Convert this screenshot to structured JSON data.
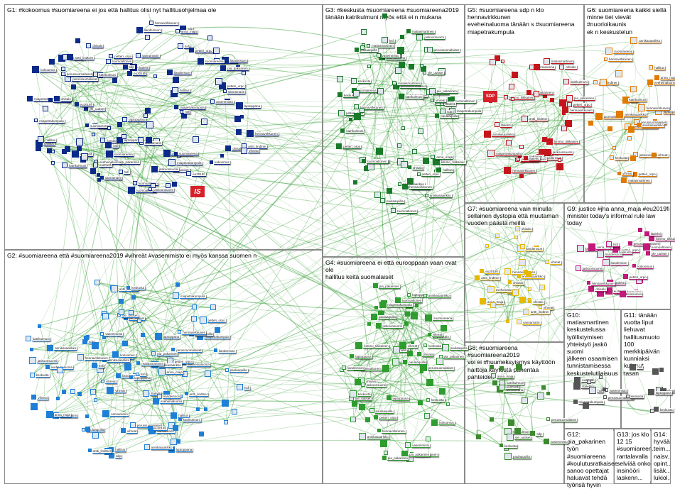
{
  "groups": [
    {
      "id": "G1",
      "label": "G1: #kokoomus #suomiareena ei jos että hallitus olisi nyt hallitusohjelmaa ole",
      "color": "#0b2a8a"
    },
    {
      "id": "G2",
      "label": "G2: #suomiareena että #suomiareena2019 #vihreät #vasemmisto ei myös kanssa suomen n",
      "color": "#1f7fd6"
    },
    {
      "id": "G3",
      "label": "G3: #keskusta #suomiareena #suomiareena2019\ntänään katrikulmuni myös että ei n mukana",
      "color": "#1a7a2a"
    },
    {
      "id": "G4",
      "label": "G4: #suomiareena ei että eurooppaan vaan ovat ole\nhallitus keitä suomalaiset",
      "color": "#2e9c2e"
    },
    {
      "id": "G5",
      "label": "G5: #suomiareena sdp n klo hennavirkkunen\neveheinaluoma tänään s #suomiareena\nmiapetrakumpula",
      "color": "#c4151c"
    },
    {
      "id": "G6",
      "label": "G6: suomiareena kaikki siellä\nminne tiet vievät #nuorioikaunis\nek n keskustelun",
      "color": "#e07b00"
    },
    {
      "id": "G7",
      "label": "G7: #suomiareena vain minulla\nsellainen dystopia että muutaman\nvuoden päästä meillä",
      "color": "#e7b800"
    },
    {
      "id": "G8",
      "label": "G8: #suomiareena #suomiareena2019\nvoi ei #huumeksyismys käyttöön\nhaittoja käytöstä pahentaa pahteiden",
      "color": "#3d8a2f"
    },
    {
      "id": "G9",
      "label": "G9: justice #jha anna_maja #eu2019fi\nminister today's informal rule law today",
      "color": "#c2187a"
    },
    {
      "id": "G10",
      "label": "G10: matiasmartinen\nkeskustelussa\ntyöllistymisen\nyhteistyö jaskö suomi\njälkeen osaamisen\ntunnistamisessa\nkeskustelutilaisuus",
      "color": "#555555"
    },
    {
      "id": "G11",
      "label": "G11: tänään\nvuotta liput\nliehuvat\nhallitusmuoto 100\nmerkkipäivän\nkunniaksi kulonut\ntasan",
      "color": "#555555"
    },
    {
      "id": "G12",
      "label": "G12:\npia_pakarinen työn\n#suomiareena\n#koulutusratkaisee\nsanoo opettajat\nhaluavat tehdä\ntyönsä hyvin",
      "color": "#555555"
    },
    {
      "id": "G13",
      "label": "G13: jos klo 12 15\n#suomiareen...\nrantalavalla\nselviää onko\ninsinööri\nlaskenn...",
      "color": "#555555"
    },
    {
      "id": "G14",
      "label": "G14:\nhyvää\nteim...\nnaisv...\nopint...\nlisäk...\nlukiol...",
      "color": "#555555"
    }
  ],
  "logos": [
    {
      "name": "is-logo",
      "text": "IS",
      "color": "#d6202a"
    },
    {
      "name": "sdp-logo",
      "text": "SDP",
      "color": "#d6202a"
    }
  ],
  "edge_color": "#2f9a2f",
  "node_labels": [
    "kokoomus",
    "suomiareena",
    "hallitus",
    "antti_lindtner",
    "paulaaquilla",
    "laptoppana",
    "sannamarin",
    "tuomoaltonen",
    "katrikulmuni",
    "petteri_orpo",
    "annikasaarikko",
    "keskusta",
    "hennavirkkunen",
    "eveheinaluoma",
    "miapetrakumpula",
    "vasemmisto",
    "vihreat",
    "liandersson",
    "ohisalo",
    "sdp",
    "perussuomalaiset",
    "yle_uutiset",
    "hsfi",
    "iltalehti",
    "anna_maja",
    "eu2019fi",
    "matiasmartinen",
    "pia_pakarinen",
    "jaskoonsuomi",
    "kimmo_tiilikainen"
  ]
}
